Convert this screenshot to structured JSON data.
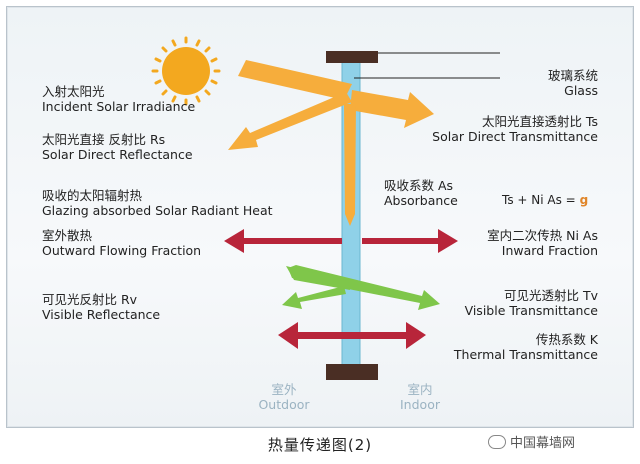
{
  "labels": {
    "incident_cn": "入射太阳光",
    "incident_en": "Incident Solar Irradiance",
    "reflect_cn": "太阳光直接 反射比 Rs",
    "reflect_en": "Solar Direct Reflectance",
    "absorbed_cn": "吸收的太阳辐射热",
    "absorbed_en": "Glazing absorbed Solar Radiant Heat",
    "outward_cn": "室外散热",
    "outward_en": "Outward Flowing Fraction",
    "visrefl_cn": "可见光反射比 Rv",
    "visrefl_en": "Visible Reflectance",
    "glass_cn": "玻璃系统",
    "glass_en": "Glass",
    "trans_cn": "太阳光直接透射比 Ts",
    "trans_en": "Solar Direct Transmittance",
    "absorb_cn": "吸收系数 As",
    "absorb_en": "Absorbance",
    "formula_main": "Ts + Ni As =",
    "formula_g": "g",
    "inward_cn": "室内二次传热 Ni As",
    "inward_en": "Inward Fraction",
    "vistrans_cn": "可见光透射比 Tv",
    "vistrans_en": "Visible Transmittance",
    "thermal_cn": "传热系数 K",
    "thermal_en": "Thermal Transmittance",
    "outdoor_cn": "室外",
    "outdoor_en": "Outdoor",
    "indoor_cn": "室内",
    "indoor_en": "Indoor"
  },
  "caption": "热量传递图(2)",
  "brand": "中国幕墙网",
  "colors": {
    "sun": "#f3a81f",
    "solar_arrow": "#f6ad3c",
    "heat_arrow": "#b8253a",
    "visible_arrow": "#7fc64a",
    "glass": "#8fd1e8",
    "frame": "#4a2e24"
  },
  "icons": [
    "sun-icon",
    "wechat-icon"
  ]
}
